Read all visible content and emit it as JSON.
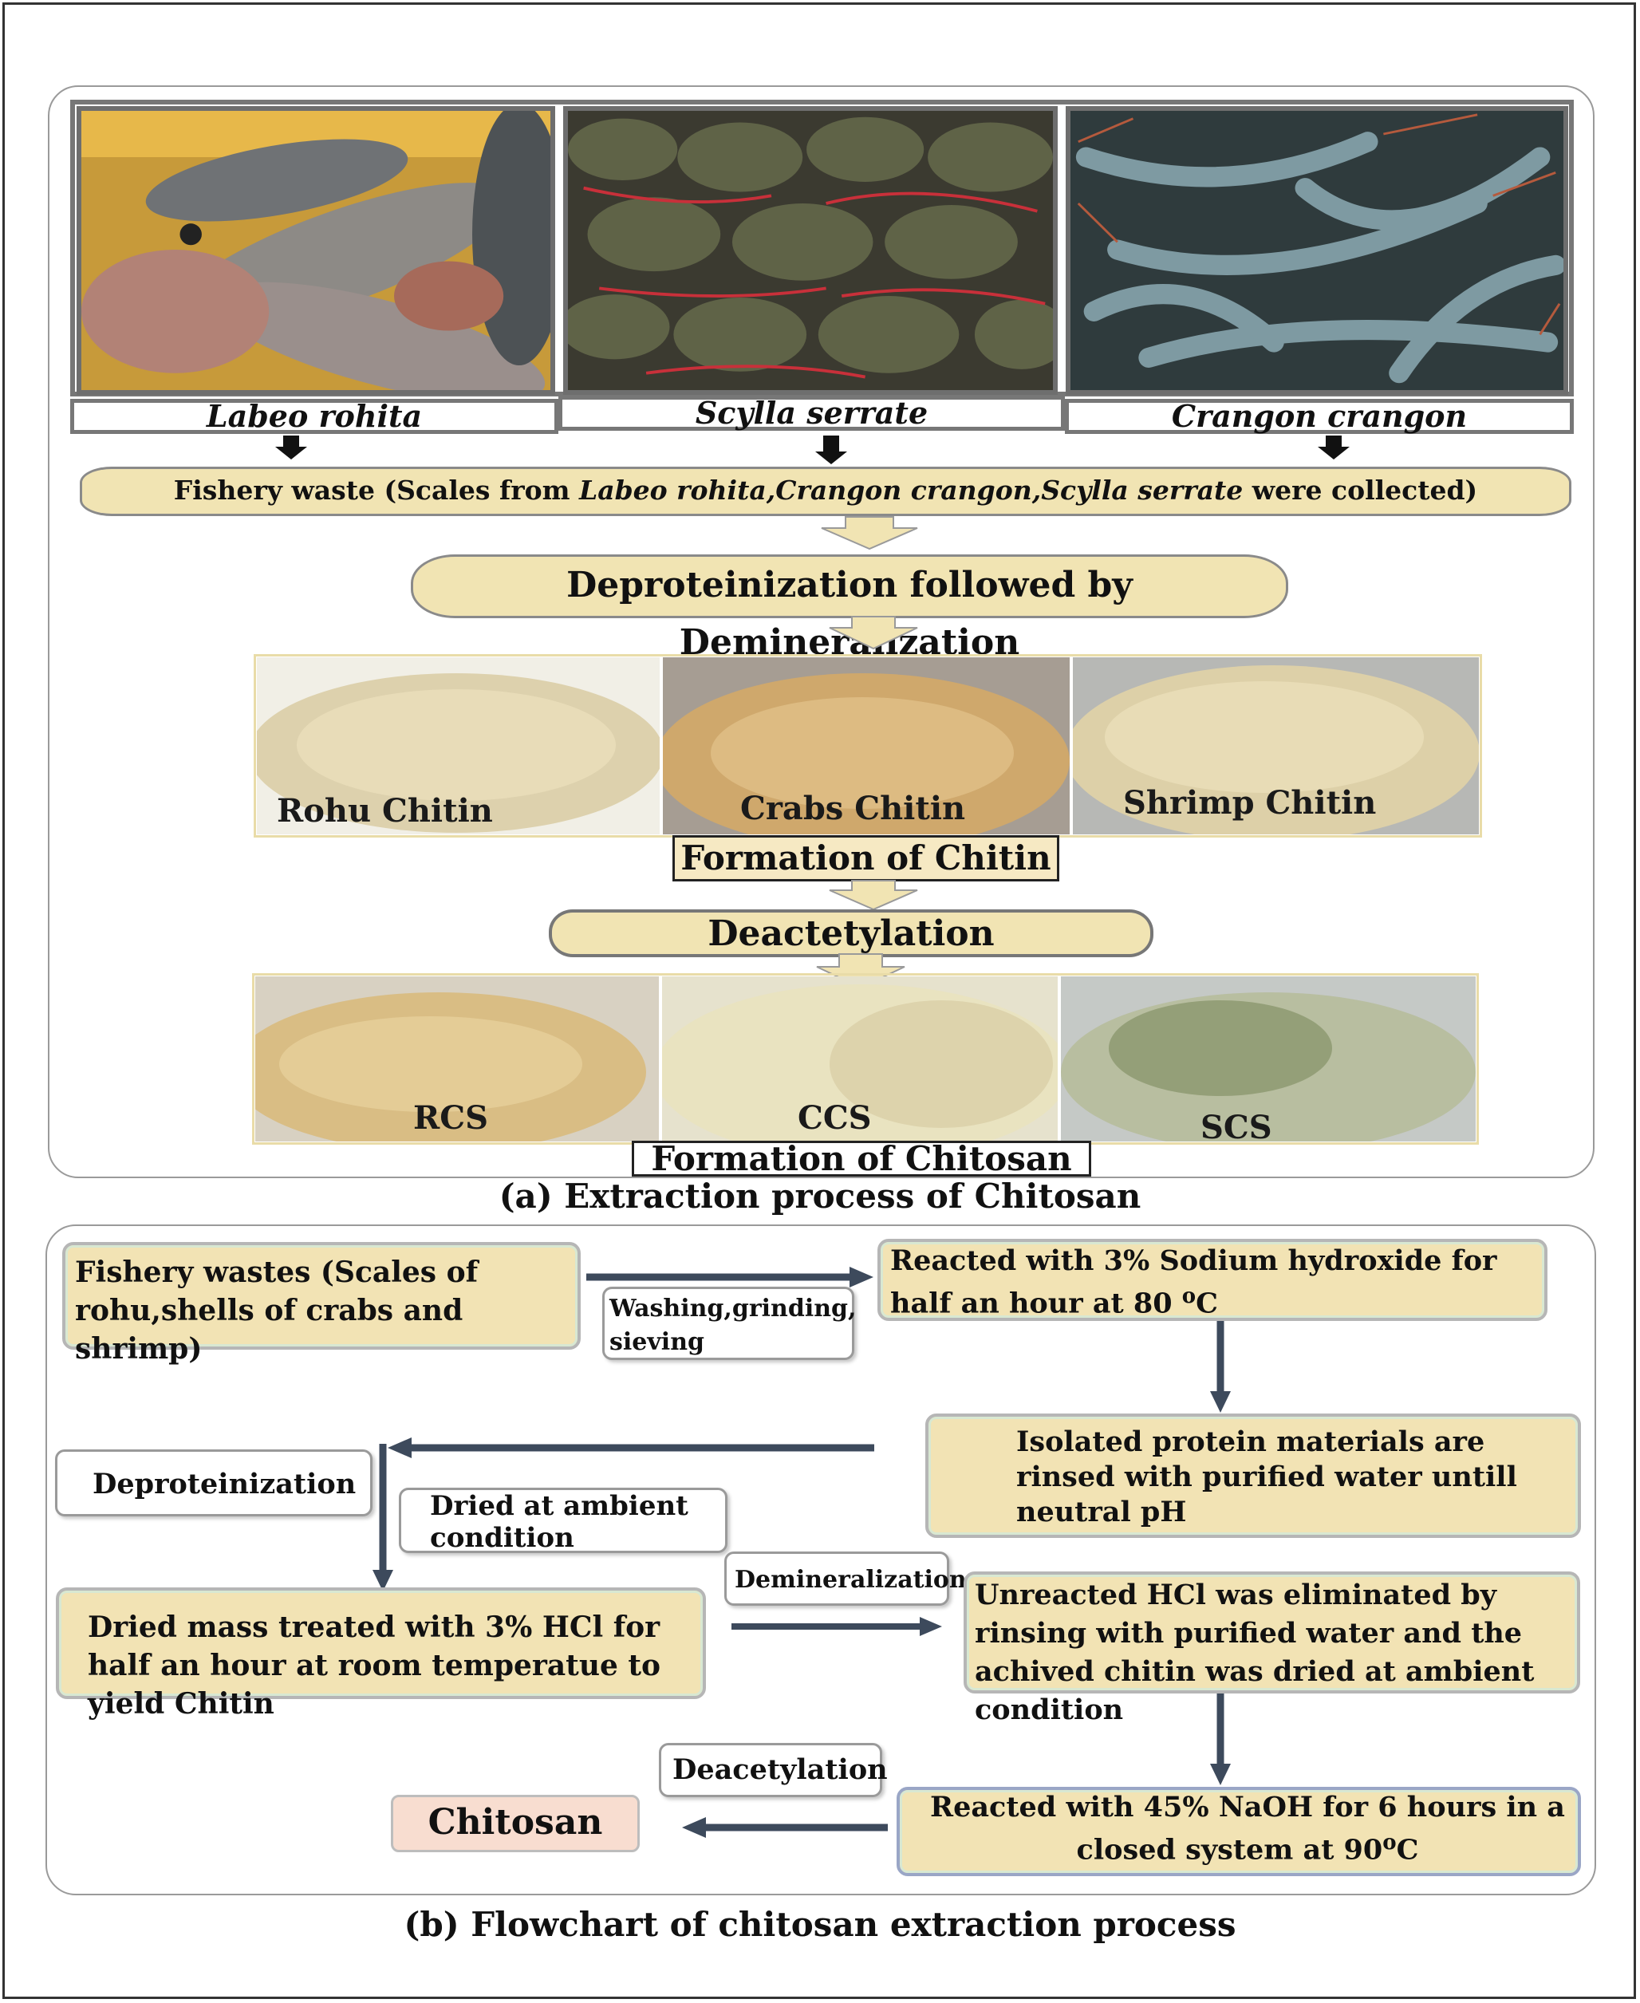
{
  "panel_a": {
    "species": [
      "Labeo rohita",
      "Scylla serrate",
      "Crangon crangon"
    ],
    "fishery_waste_prefix": "Fishery waste (Scales from ",
    "fishery_waste_species": "Labeo rohita,Crangon crangon,Scylla serrate",
    "fishery_waste_suffix": " were collected)",
    "step_deproteinization": "Deproteinization followed by Demineralization",
    "chitin_labels": [
      "Rohu Chitin",
      "Crabs Chitin",
      "Shrimp Chitin"
    ],
    "formation_chitin": "Formation of Chitin",
    "step_deacetylation": "Deactetylation",
    "chitosan_labels": [
      "RCS",
      "CCS",
      "SCS"
    ],
    "formation_chitosan": "Formation of Chitosan",
    "caption": "(a) Extraction process of Chitosan"
  },
  "panel_b": {
    "fishery_wastes": "Fishery wastes (Scales of rohu,shells of crabs and shrimp)",
    "washing": "Washing,grinding, sieving",
    "naoh_prefix": "Reacted with 3%  Sodium hydroxide for half an  hour at 80 ",
    "naoh_sup": "o",
    "naoh_unit": "C",
    "isolated": "Isolated protein materials are rinsed with purified water untill neutral pH",
    "deproteinization": "Deproteinization",
    "dried_ambient": "Dried at ambient condition",
    "hcl": "Dried mass treated with 3% HCl for half an hour at room temperatue to yield Chitin",
    "demineralization": "Demineralization",
    "unreacted": "Unreacted HCl was eliminated by rinsing with purified water and the achived chitin was dried at ambient condition",
    "deacetylation": "Deacetylation",
    "chitosan": "Chitosan",
    "naoh45_prefix": "Reacted with 45% NaOH for 6 hours in a closed system at 90",
    "naoh45_sup": "o",
    "naoh45_unit": "C",
    "caption": "(b) Flowchart of chitosan extraction process"
  }
}
